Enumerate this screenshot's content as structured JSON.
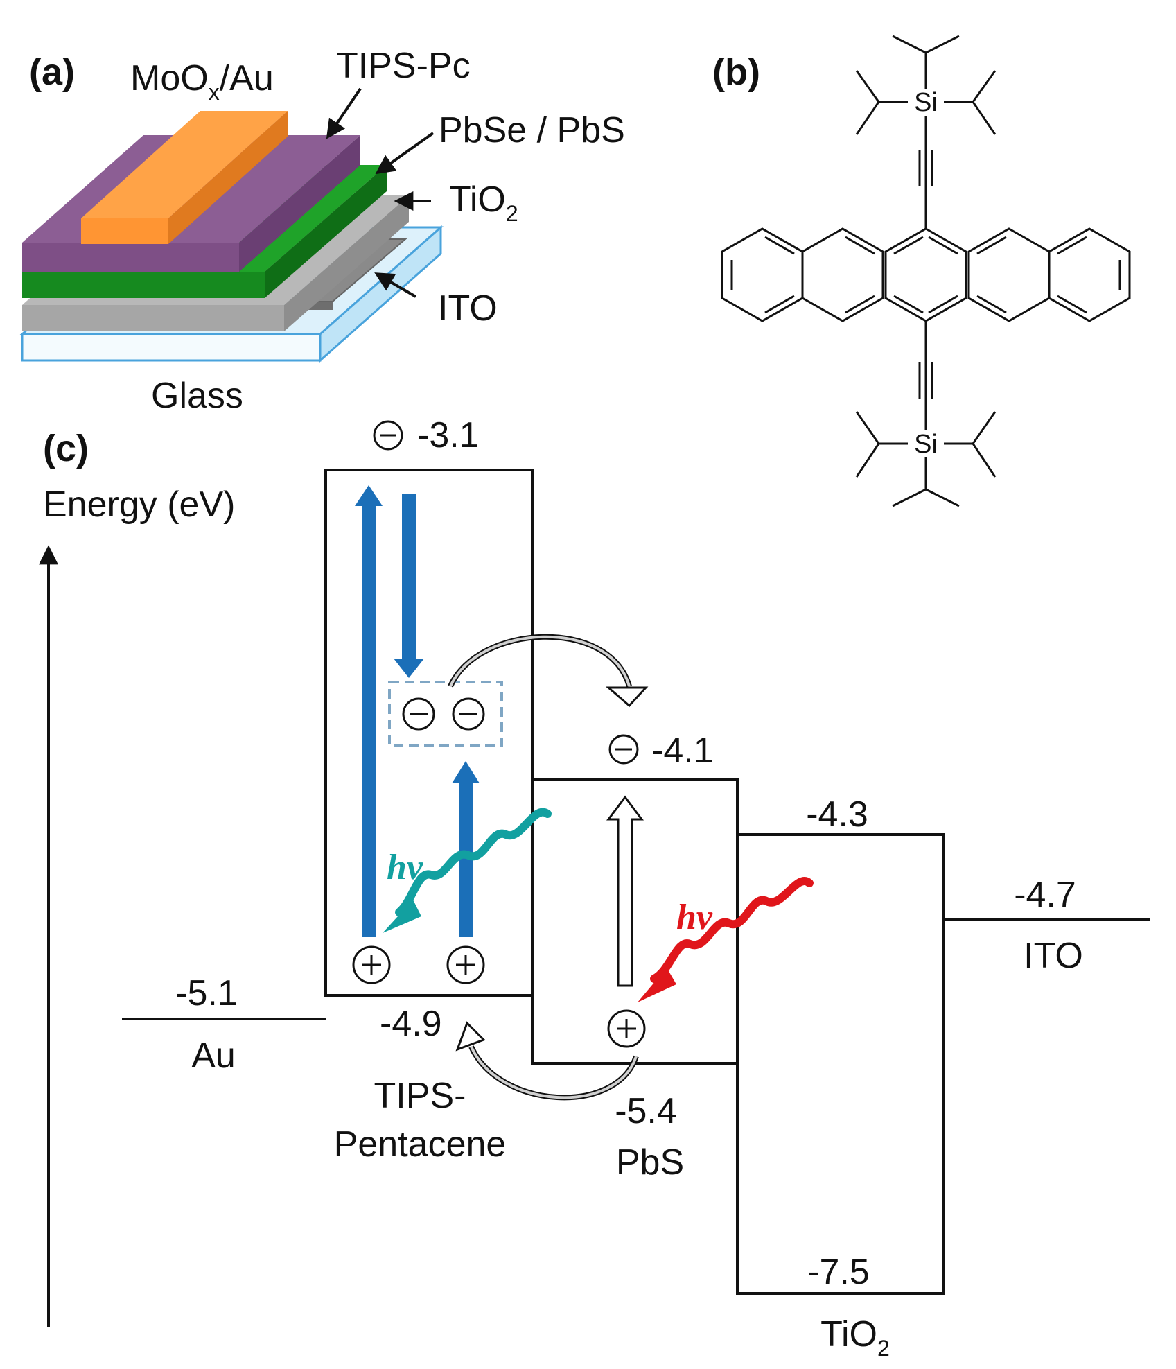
{
  "panel_a": {
    "label": "(a)",
    "layers": [
      {
        "name": "MoOx/Au",
        "label_main": "MoO",
        "label_sub": "x",
        "label_tail": "/Au",
        "color": "#FF9B3D"
      },
      {
        "name": "TIPS-Pc",
        "label": "TIPS-Pc",
        "color": "#8C5E94"
      },
      {
        "name": "PbSe / PbS",
        "label": "PbSe / PbS",
        "color": "#168A1F"
      },
      {
        "name": "TiO2",
        "label_main": "TiO",
        "label_sub": "2",
        "color": "#A8A8A8"
      },
      {
        "name": "ITO",
        "label": "ITO",
        "color": "#9E9E9E"
      },
      {
        "name": "Glass",
        "label": "Glass",
        "color": "#49A3DC"
      }
    ]
  },
  "panel_b": {
    "label": "(b)",
    "atom_labels": {
      "top_si": "Si",
      "bottom_si": "Si"
    }
  },
  "panel_c": {
    "label": "(c)",
    "axis_label": "Energy (eV)",
    "levels": {
      "tips_lumo": "-3.1",
      "tips_homo": "-4.9",
      "pbs_cb": "-4.1",
      "pbs_vb": "-5.4",
      "tio2_cb": "-4.3",
      "tio2_vb": "-7.5",
      "ito": "-4.7",
      "au": "-5.1"
    },
    "materials": {
      "tips_line1": "TIPS-",
      "tips_line2": "Pentacene",
      "pbs": "PbS",
      "tio2_main": "TiO",
      "tio2_sub": "2",
      "ito": "ITO",
      "au": "Au"
    },
    "photon": "hν",
    "colors": {
      "transition_arrow": "#1B6FB8",
      "photon_teal": "#12A0A0",
      "photon_red": "#E0161B",
      "exciton_box": "#7FA6C4"
    }
  }
}
